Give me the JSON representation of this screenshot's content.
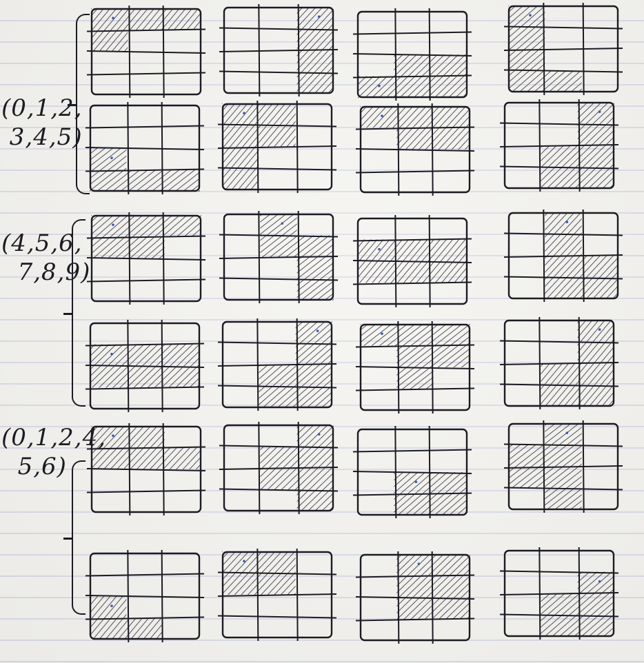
{
  "groups": [
    {
      "label": "(0,1,2,\n 3,4,5)",
      "panels": [
        {
          "cells": [
            [
              0,
              0
            ],
            [
              0,
              1
            ],
            [
              0,
              2
            ],
            [
              1,
              0
            ]
          ]
        },
        {
          "cells": [
            [
              0,
              2
            ],
            [
              1,
              2
            ],
            [
              2,
              2
            ],
            [
              3,
              2
            ]
          ]
        },
        {
          "cells": [
            [
              3,
              0
            ],
            [
              3,
              1
            ],
            [
              3,
              2
            ],
            [
              2,
              1
            ],
            [
              2,
              2
            ]
          ]
        },
        {
          "cells": [
            [
              0,
              0
            ],
            [
              1,
              0
            ],
            [
              2,
              0
            ],
            [
              3,
              0
            ],
            [
              3,
              1
            ]
          ]
        },
        {
          "cells": [
            [
              2,
              0
            ],
            [
              3,
              0
            ],
            [
              3,
              1
            ],
            [
              3,
              2
            ]
          ]
        },
        {
          "cells": [
            [
              0,
              0
            ],
            [
              1,
              0
            ],
            [
              2,
              0
            ],
            [
              3,
              0
            ],
            [
              0,
              1
            ],
            [
              1,
              1
            ]
          ]
        },
        {
          "cells": [
            [
              0,
              0
            ],
            [
              0,
              1
            ],
            [
              0,
              2
            ],
            [
              1,
              1
            ],
            [
              1,
              2
            ]
          ]
        },
        {
          "cells": [
            [
              0,
              2
            ],
            [
              1,
              2
            ],
            [
              2,
              2
            ],
            [
              3,
              2
            ],
            [
              2,
              1
            ],
            [
              3,
              1
            ]
          ]
        }
      ]
    },
    {
      "label": "(4,5,6,\n  7,8,9)",
      "panels": [
        {
          "cells": [
            [
              0,
              0
            ],
            [
              0,
              1
            ],
            [
              0,
              2
            ],
            [
              1,
              0
            ],
            [
              1,
              1
            ]
          ]
        },
        {
          "cells": [
            [
              0,
              1
            ],
            [
              1,
              1
            ],
            [
              1,
              2
            ],
            [
              2,
              2
            ],
            [
              3,
              2
            ]
          ]
        },
        {
          "cells": [
            [
              1,
              0
            ],
            [
              1,
              1
            ],
            [
              1,
              2
            ],
            [
              2,
              0
            ],
            [
              2,
              1
            ],
            [
              2,
              2
            ]
          ]
        },
        {
          "cells": [
            [
              0,
              1
            ],
            [
              1,
              1
            ],
            [
              2,
              1
            ],
            [
              3,
              1
            ],
            [
              2,
              2
            ],
            [
              3,
              2
            ]
          ]
        },
        {
          "cells": [
            [
              1,
              0
            ],
            [
              1,
              1
            ],
            [
              1,
              2
            ],
            [
              2,
              0
            ],
            [
              2,
              1
            ],
            [
              2,
              2
            ]
          ]
        },
        {
          "cells": [
            [
              0,
              2
            ],
            [
              1,
              2
            ],
            [
              2,
              2
            ],
            [
              3,
              2
            ],
            [
              2,
              1
            ],
            [
              3,
              1
            ]
          ]
        },
        {
          "cells": [
            [
              0,
              0
            ],
            [
              0,
              1
            ],
            [
              0,
              2
            ],
            [
              1,
              1
            ],
            [
              1,
              2
            ],
            [
              2,
              1
            ]
          ]
        },
        {
          "cells": [
            [
              0,
              2
            ],
            [
              1,
              2
            ],
            [
              2,
              2
            ],
            [
              3,
              2
            ],
            [
              2,
              1
            ],
            [
              3,
              1
            ]
          ]
        }
      ]
    },
    {
      "label": "(0,1,2,4,\n  5,6)",
      "panels": [
        {
          "cells": [
            [
              0,
              0
            ],
            [
              0,
              1
            ],
            [
              1,
              0
            ],
            [
              1,
              1
            ],
            [
              1,
              2
            ]
          ]
        },
        {
          "cells": [
            [
              0,
              2
            ],
            [
              1,
              2
            ],
            [
              2,
              2
            ],
            [
              3,
              2
            ],
            [
              1,
              1
            ],
            [
              2,
              1
            ]
          ]
        },
        {
          "cells": [
            [
              2,
              1
            ],
            [
              2,
              2
            ],
            [
              3,
              1
            ],
            [
              3,
              2
            ]
          ]
        },
        {
          "cells": [
            [
              0,
              1
            ],
            [
              1,
              0
            ],
            [
              1,
              1
            ],
            [
              2,
              0
            ],
            [
              2,
              1
            ],
            [
              3,
              1
            ]
          ]
        },
        {
          "cells": [
            [
              2,
              0
            ],
            [
              3,
              0
            ],
            [
              3,
              1
            ]
          ]
        },
        {
          "cells": [
            [
              0,
              0
            ],
            [
              0,
              1
            ],
            [
              1,
              0
            ],
            [
              1,
              1
            ]
          ]
        },
        {
          "cells": [
            [
              0,
              1
            ],
            [
              0,
              2
            ],
            [
              1,
              1
            ],
            [
              1,
              2
            ],
            [
              2,
              1
            ],
            [
              2,
              2
            ]
          ]
        },
        {
          "cells": [
            [
              1,
              2
            ],
            [
              2,
              2
            ],
            [
              3,
              2
            ],
            [
              2,
              1
            ],
            [
              3,
              1
            ]
          ]
        }
      ]
    }
  ],
  "colors": {
    "ink": "#1b1b22",
    "hatch": "#2a2a33",
    "blue_dot": "#3a56b8",
    "paper": "#f3f2ee"
  }
}
